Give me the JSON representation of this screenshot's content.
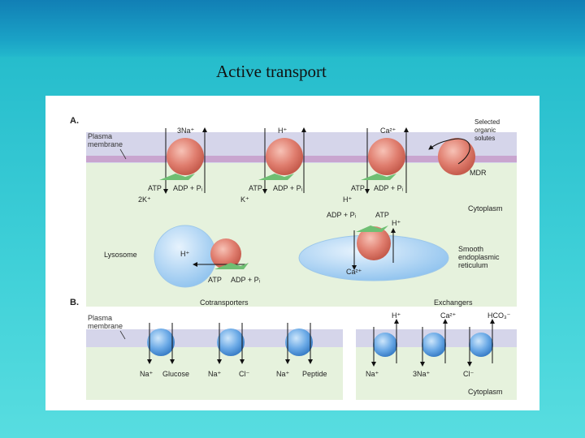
{
  "slide": {
    "title": "Active transport"
  },
  "figure": {
    "panel_a": {
      "letter": "A.",
      "plasma_membrane_label": [
        "Plasma",
        "membrane"
      ],
      "cytoplasm_label": "Cytoplasm",
      "pumps": [
        {
          "out_ion": "3Na⁺",
          "in_ion": "2K⁺",
          "atp": "ATP",
          "adp": "ADP + Pᵢ"
        },
        {
          "out_ion": "H⁺",
          "in_ion": "K⁺",
          "atp": "ATP",
          "adp": "ADP + Pᵢ"
        },
        {
          "out_ion": "Ca²⁺",
          "in_ion": "H⁺",
          "atp": "ATP",
          "adp": "ADP + Pᵢ"
        }
      ],
      "mdr": {
        "label": "MDR",
        "solutes": [
          "Selected",
          "organic",
          "solutes"
        ]
      },
      "lysosome": {
        "label": "Lysosome",
        "ion": "H⁺",
        "atp": "ATP",
        "adp": "ADP + Pᵢ"
      },
      "er": {
        "label": [
          "Smooth",
          "endoplasmic",
          "reticulum"
        ],
        "ion_in": "Ca²⁺",
        "ion_out": "H⁺",
        "adp": "ADP + Pᵢ",
        "atp": "ATP"
      }
    },
    "panel_b": {
      "letter": "B.",
      "plasma_membrane_label": [
        "Plasma",
        "membrane"
      ],
      "cotransporters": {
        "title": "Cotransporters",
        "items": [
          {
            "a": "Na⁺",
            "b": "Glucose"
          },
          {
            "a": "Na⁺",
            "b": "Cl⁻"
          },
          {
            "a": "Na⁺",
            "b": "Peptide"
          }
        ]
      },
      "exchangers": {
        "title": "Exchangers",
        "cytoplasm_label": "Cytoplasm",
        "items": [
          {
            "out": "H⁺",
            "in": "Na⁺"
          },
          {
            "out": "Ca²⁺",
            "in": "3Na⁺"
          },
          {
            "out": "HCO₃⁻",
            "in": "Cl⁻"
          }
        ]
      }
    }
  }
}
